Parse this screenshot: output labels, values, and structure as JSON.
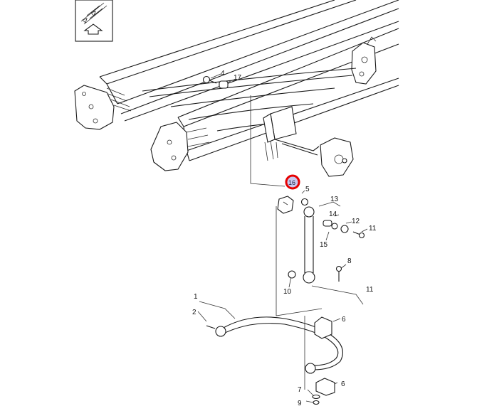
{
  "diagram": {
    "callouts": [
      {
        "id": "1",
        "label": "1"
      },
      {
        "id": "2",
        "label": "2"
      },
      {
        "id": "4",
        "label": "4"
      },
      {
        "id": "5",
        "label": "5"
      },
      {
        "id": "6a",
        "label": "6"
      },
      {
        "id": "6b",
        "label": "6"
      },
      {
        "id": "7",
        "label": "7"
      },
      {
        "id": "8",
        "label": "8"
      },
      {
        "id": "9",
        "label": "9"
      },
      {
        "id": "10",
        "label": "10"
      },
      {
        "id": "11a",
        "label": "11"
      },
      {
        "id": "11b",
        "label": "11"
      },
      {
        "id": "12",
        "label": "12"
      },
      {
        "id": "13",
        "label": "13"
      },
      {
        "id": "14",
        "label": "14"
      },
      {
        "id": "15",
        "label": "15"
      },
      {
        "id": "16",
        "label": "16"
      },
      {
        "id": "17",
        "label": "17"
      }
    ],
    "highlighted_callout": "16",
    "colors": {
      "highlight_ring": "#e60000",
      "highlight_fill": "#c9c9ef",
      "line": "#1a1a1a"
    },
    "orientation_icon": "forward-arrow-icon"
  }
}
